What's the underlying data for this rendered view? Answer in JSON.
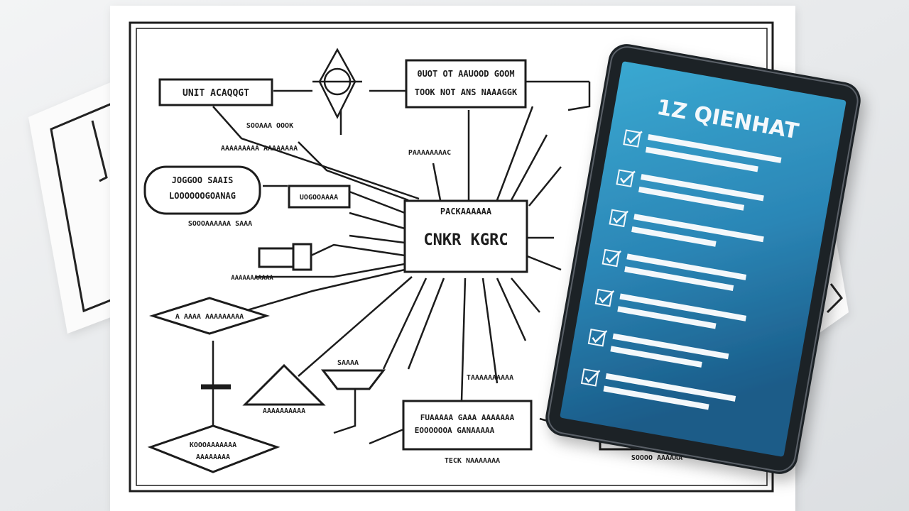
{
  "colors": {
    "background": "#eceef0",
    "paper": "#ffffff",
    "ink": "#1c1c1c",
    "tablet_frame": "#1e2226",
    "screen_top": "#2f9cc6",
    "screen_bottom": "#1b5f8c",
    "screen_text": "#f4f8fb"
  },
  "icons": [
    "checkbox-checked-icon"
  ],
  "diagram": {
    "center_box_heading": "PACKAAAAAA",
    "center_box_label": "CNKR KGRC",
    "top_box_line1": "0UOT OT AAUOOD GOOM",
    "top_box_line2": "TOOK NOT ANS NAAAGGK",
    "left_box_label": "UNIT ACAQQGT",
    "left_oval_line1": "JOGGOO SAAIS",
    "left_oval_line2": "LOOOOOOGOANAG",
    "small_box_label": "UOGOOAAAA",
    "bottom_box_line1": "FUAAAAA GAAA AAAAAAA",
    "bottom_box_line2": "EOOOOOOA GANAAAAA",
    "left_diamond_label": "A AAAA AAAAAAAAA",
    "bottom_diamond_line1": "KOOOAAAAAAA",
    "bottom_diamond_line2": "AAAAAAAA",
    "footer_label": "TECK NAAAAAAA",
    "footer_right_label": "SOOOO AAAAAA",
    "annotation_1": "SOOAAA OOOK",
    "annotation_2": "AAAAAAAAA AAAAAAAA",
    "annotation_3": "SOOOAAAAAA SAAA",
    "annotation_4": "PAAAAAAAAC",
    "annotation_5": "AAAAAAAAAAA",
    "annotation_6": "SAAAA",
    "annotation_7": "AAAAAAAAAA",
    "annotation_8": "TAAAAAAAAAA"
  },
  "tablet": {
    "title": "1Z QIENHAT",
    "checklist_items": 7
  }
}
